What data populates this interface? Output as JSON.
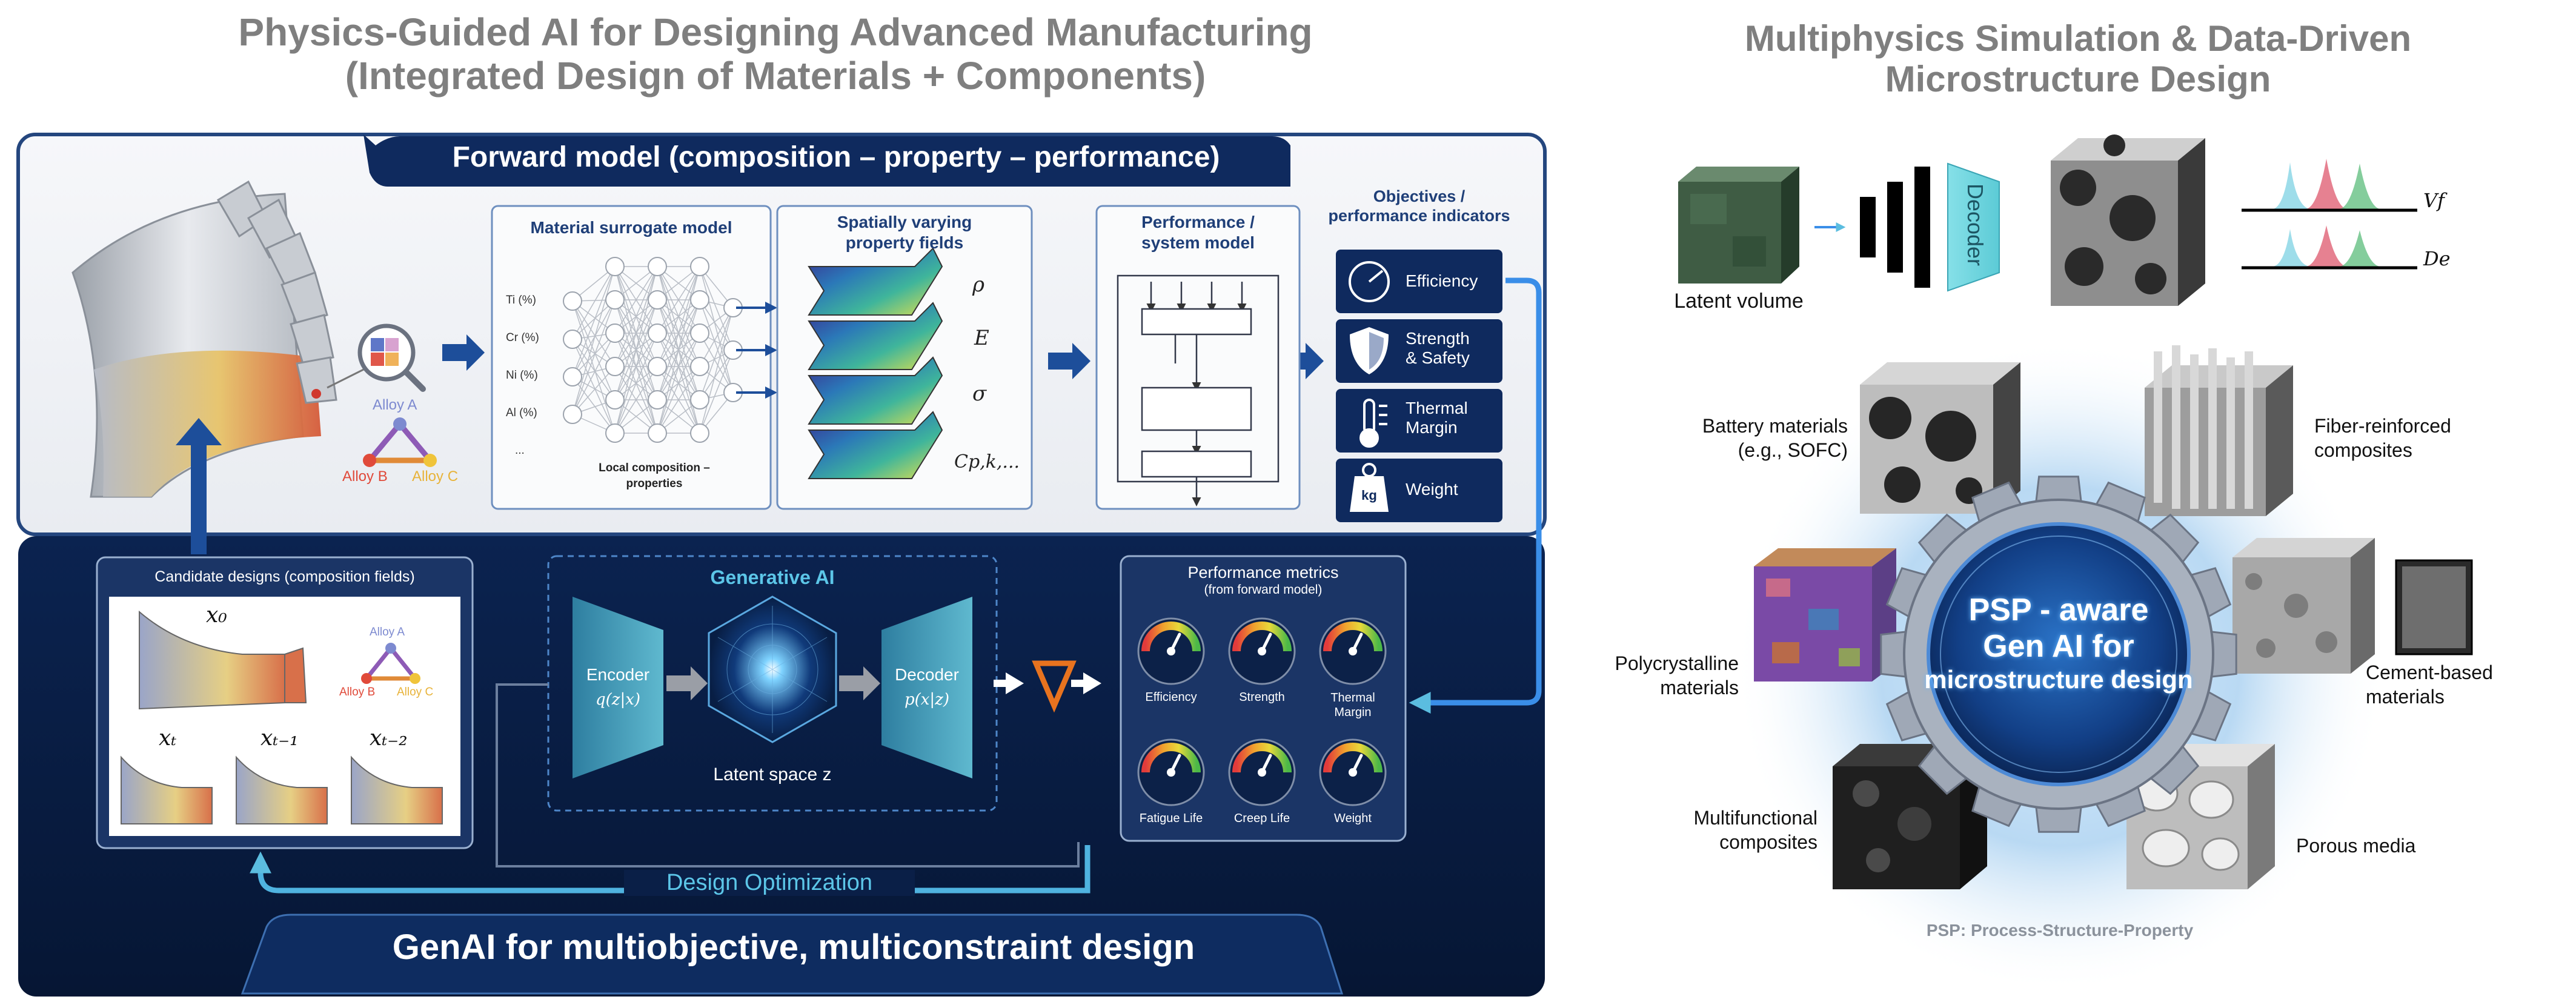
{
  "left": {
    "title_line1": "Physics-Guided AI for Designing Advanced Manufacturing",
    "title_line2": "(Integrated Design of Materials + Components)",
    "forward_banner": "Forward model (composition – property – performance)",
    "alloy": {
      "a": "Alloy A",
      "b": "Alloy B",
      "c": "Alloy C"
    },
    "surrogate": {
      "title": "Material surrogate model",
      "inputs": [
        "Ti (%)",
        "Cr (%)",
        "Ni (%)",
        "Al (%)",
        "..."
      ],
      "caption_line1": "Local composition –",
      "caption_line2": "properties"
    },
    "fields": {
      "title_line1": "Spatially varying",
      "title_line2": "property fields",
      "symbols": [
        "ρ",
        "E",
        "σ",
        "Cp,k,..."
      ]
    },
    "performance_model": {
      "title_line1": "Performance /",
      "title_line2": "system model"
    },
    "objectives": {
      "title_line1": "Objectives /",
      "title_line2": "performance indicators",
      "items": [
        {
          "line1": "Efficiency",
          "line2": "",
          "icon": "gauge-icon"
        },
        {
          "line1": "Strength",
          "line2": "& Safety",
          "icon": "shield-icon"
        },
        {
          "line1": "Thermal",
          "line2": "Margin",
          "icon": "thermometer-icon"
        },
        {
          "line1": "Weight",
          "line2": "",
          "icon": "weight-icon"
        }
      ],
      "weight_badge": "kg"
    },
    "candidates": {
      "title": "Candidate designs (composition fields)",
      "x0": "x₀",
      "xt": "xₜ",
      "xt1": "xₜ₋₁",
      "xt2": "xₜ₋₂",
      "alloy_a": "Alloy A",
      "alloy_b": "Alloy B",
      "alloy_c": "Alloy C"
    },
    "genai": {
      "title": "Generative AI",
      "encoder": "Encoder",
      "encoder_eq": "q(z|x)",
      "decoder": "Decoder",
      "decoder_eq": "p(x|z)",
      "latent": "Latent space z"
    },
    "metrics": {
      "title": "Performance metrics",
      "subtitle": "(from forward model)",
      "gauges": [
        {
          "line1": "Efficiency",
          "line2": ""
        },
        {
          "line1": "Strength",
          "line2": ""
        },
        {
          "line1": "Thermal",
          "line2": "Margin"
        },
        {
          "line1": "Fatigue Life",
          "line2": ""
        },
        {
          "line1": "Creep Life",
          "line2": ""
        },
        {
          "line1": "Weight",
          "line2": ""
        }
      ]
    },
    "design_opt": "Design Optimization",
    "bottom_banner": "GenAI for multiobjective, multiconstraint design"
  },
  "right": {
    "title_line1": "Multiphysics Simulation & Data-Driven",
    "title_line2": "Microstructure Design",
    "latent_volume": "Latent volume",
    "decoder": "Decoder",
    "vf": "Vf",
    "de": "De",
    "center_line1": "PSP - aware",
    "center_line2": "Gen AI for",
    "center_line3": "microstructure design",
    "materials": {
      "battery_line1": "Battery materials",
      "battery_line2": "(e.g., SOFC)",
      "fiber_line1": "Fiber-reinforced",
      "fiber_line2": "composites",
      "poly_line1": "Polycrystalline",
      "poly_line2": "materials",
      "cement_line1": "Cement-based",
      "cement_line2": "materials",
      "multi_line1": "Multifunctional",
      "multi_line2": "composites",
      "porous": "Porous media"
    },
    "footer": "PSP: Process-Structure-Property"
  }
}
